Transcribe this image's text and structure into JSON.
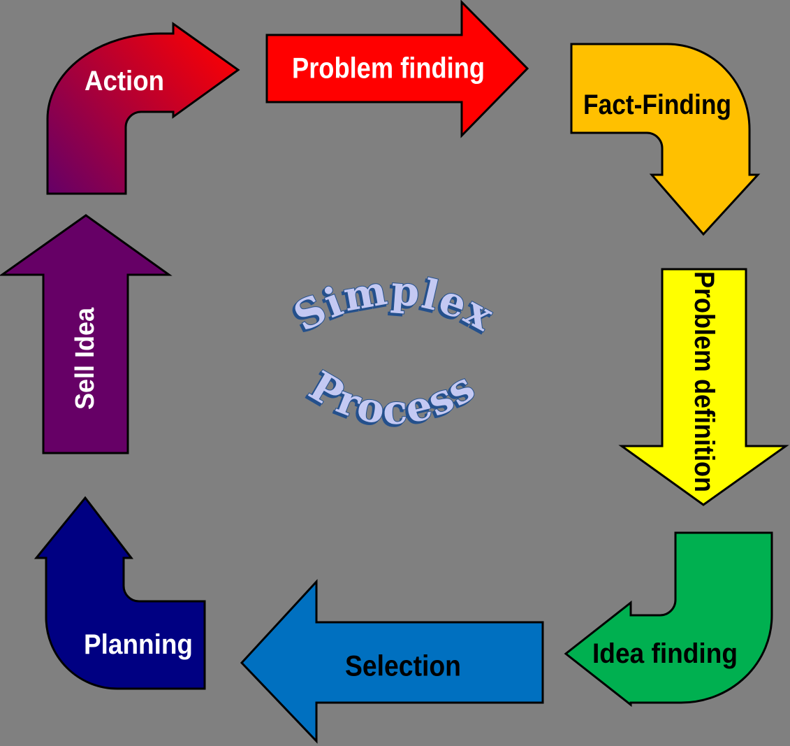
{
  "title": "Simplex Process",
  "background_color": "#808080",
  "outline_color": "#000000",
  "center": {
    "line1": "Simplex",
    "line2": "Process",
    "fill_color": "#C4C9F3",
    "outline_color": "#24508C"
  },
  "steps": [
    {
      "id": "action",
      "label": "Action",
      "position": "top-left",
      "shape": "bent-arrow",
      "direction": "up-then-right",
      "color_start": "#660066",
      "color_end": "#FF0000",
      "text_color": "#FFFFFF"
    },
    {
      "id": "problem-finding",
      "label": "Problem finding",
      "position": "top",
      "shape": "straight-arrow",
      "direction": "right",
      "color": "#FF0000",
      "text_color": "#FFFFFF"
    },
    {
      "id": "fact-finding",
      "label": "Fact-Finding",
      "position": "top-right",
      "shape": "bent-arrow",
      "direction": "right-then-down",
      "color": "#FFC000",
      "text_color": "#000000"
    },
    {
      "id": "problem-definition",
      "label": "Problem definition",
      "position": "right",
      "shape": "straight-arrow",
      "direction": "down",
      "color": "#FFFF00",
      "text_color": "#000000"
    },
    {
      "id": "idea-finding",
      "label": "Idea finding",
      "position": "bottom-right",
      "shape": "bent-arrow",
      "direction": "down-then-left",
      "color": "#00B050",
      "text_color": "#000000"
    },
    {
      "id": "selection",
      "label": "Selection",
      "position": "bottom",
      "shape": "straight-arrow",
      "direction": "left",
      "color": "#0070C0",
      "text_color": "#000000"
    },
    {
      "id": "planning",
      "label": "Planning",
      "position": "bottom-left",
      "shape": "bent-arrow",
      "direction": "left-then-up",
      "color": "#000082",
      "text_color": "#FFFFFF"
    },
    {
      "id": "sell-idea",
      "label": "Sell Idea",
      "position": "left",
      "shape": "straight-arrow",
      "direction": "up",
      "color": "#660066",
      "text_color": "#FFFFFF"
    }
  ]
}
